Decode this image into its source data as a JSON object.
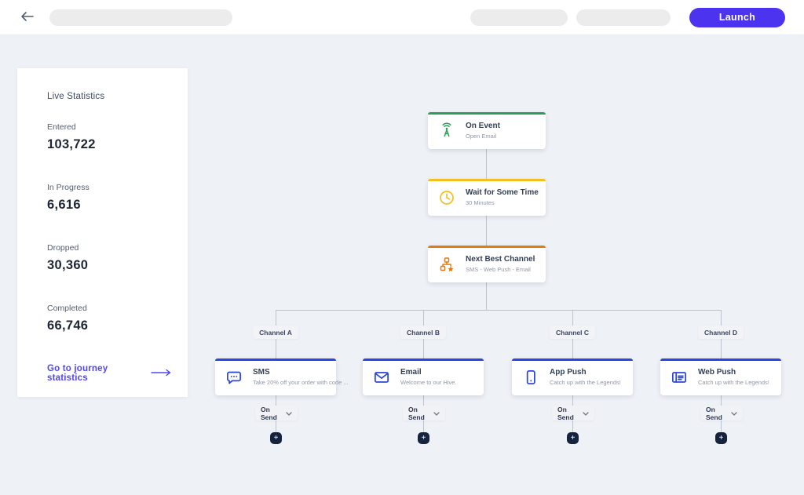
{
  "topbar": {
    "launch_label": "Launch"
  },
  "stats_panel": {
    "title": "Live Statistics",
    "stats": [
      {
        "label": "Entered",
        "value": "103,722"
      },
      {
        "label": "In Progress",
        "value": "6,616"
      },
      {
        "label": "Dropped",
        "value": "30,360"
      },
      {
        "label": "Completed",
        "value": "66,746"
      }
    ],
    "link_label": "Go to journey statistics"
  },
  "flow": {
    "trunk": [
      {
        "title": "On Event",
        "subtitle": "Open Email",
        "icon": "broadcast-icon"
      },
      {
        "title": "Wait for Some Time",
        "subtitle": "30 Minutes",
        "icon": "clock-icon"
      },
      {
        "title": "Next Best Channel",
        "subtitle": "SMS - Web Push - Email",
        "icon": "hierarchy-star-icon"
      }
    ],
    "branches": [
      {
        "label": "Channel A",
        "title": "SMS",
        "subtitle": "Take 20% off your order with code ...",
        "icon": "sms-icon",
        "event_label": "On Send"
      },
      {
        "label": "Channel B",
        "title": "Email",
        "subtitle": "Welcome to our Hive.",
        "icon": "email-icon",
        "event_label": "On Send"
      },
      {
        "label": "Channel C",
        "title": "App Push",
        "subtitle": "Catch up with the Legends!",
        "icon": "app-push-icon",
        "event_label": "On Send"
      },
      {
        "label": "Channel D",
        "title": "Web Push",
        "subtitle": "Catch up with the Legends!",
        "icon": "web-push-icon",
        "event_label": "On Send"
      }
    ],
    "add_label": "+"
  },
  "colors": {
    "accent-green": "#2a9d56",
    "accent-yellow": "#f1c021",
    "accent-orange": "#e07c14",
    "accent-blue": "#2b46df",
    "brand-purple": "#4c33f0",
    "link-purple": "#4f46f5",
    "canvas-bg": "#eef1f6",
    "connector": "#bcc3cf",
    "plus-navy": "#16233f"
  }
}
